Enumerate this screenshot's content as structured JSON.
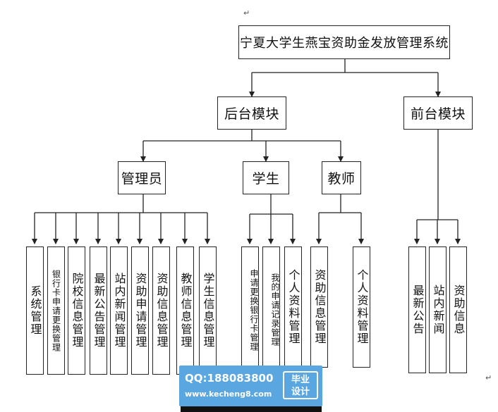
{
  "diagram": {
    "root": "宁夏大学生燕宝资助金发放管理系统",
    "modules": {
      "backend": "后台模块",
      "frontend": "前台模块"
    },
    "roles": {
      "admin": "管理员",
      "student": "学生",
      "teacher": "教师"
    },
    "admin_functions": [
      "系统管理",
      "银行卡申请更换管理",
      "院校信息管理",
      "最新公告管理",
      "站内新闻管理",
      "资助申请管理",
      "资助信息管理",
      "教师信息管理",
      "学生信息管理"
    ],
    "student_functions": [
      "申请更换银行卡管理",
      "我的申请记录管理",
      "个人资料管理"
    ],
    "teacher_functions": [
      "资助信息管理",
      "个人资料管理"
    ],
    "frontend_functions": [
      "最新公告",
      "站内新闻",
      "资助信息"
    ]
  },
  "watermark": {
    "qq": "QQ:188083800",
    "url": "www.kecheng8.com",
    "badge_line1": "毕业",
    "badge_line2": "设计"
  },
  "marks": {
    "paragraph": "↵"
  }
}
